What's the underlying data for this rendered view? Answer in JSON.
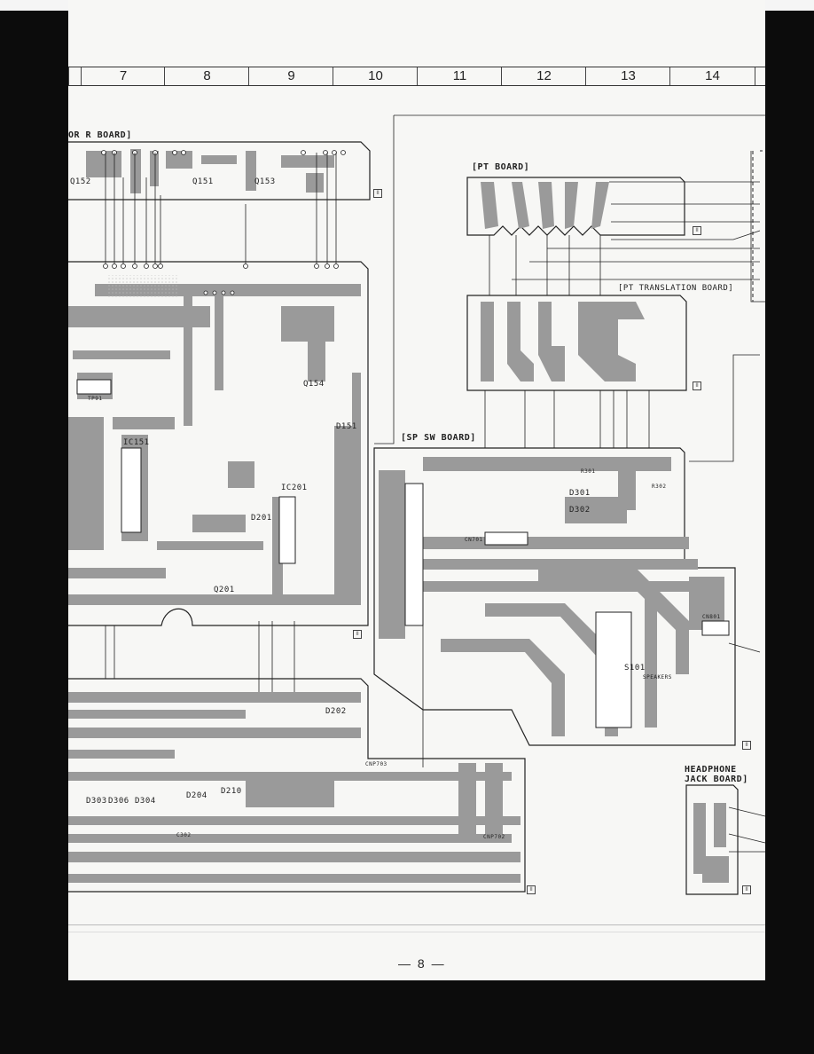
{
  "scale": {
    "columns": [
      "7",
      "8",
      "9",
      "10",
      "11",
      "12",
      "13",
      "14"
    ]
  },
  "boards": {
    "or_r": "OR R BOARD]",
    "pt": "[PT BOARD]",
    "pt_translation": "[PT TRANSLATION BOARD]",
    "sp_sw": "[SP SW BOARD]",
    "headphone_line1": "HEADPHONE",
    "headphone_line2": "JACK BOARD]"
  },
  "components": {
    "q152": "Q152",
    "q151": "Q151",
    "q153": "Q153",
    "ic151": "IC151",
    "ic201": "IC201",
    "q154": "Q154",
    "d151": "D151",
    "q201": "Q201",
    "d201": "D201",
    "d202": "D202",
    "d204": "D204",
    "d210": "D210",
    "d303": "D303",
    "d306": "D306",
    "d304": "D304",
    "d301": "D301",
    "d302": "D302",
    "s101": "S101",
    "speakers": "SPEAKERS",
    "cn701": "CN701",
    "cn703": "CNP703",
    "cnp702": "CNP702",
    "cn801": "CN801",
    "tp91": "TP91",
    "c302": "C302",
    "r301": "R301",
    "r302": "R302"
  },
  "marker_label": "II",
  "page_number": "— 8 —"
}
